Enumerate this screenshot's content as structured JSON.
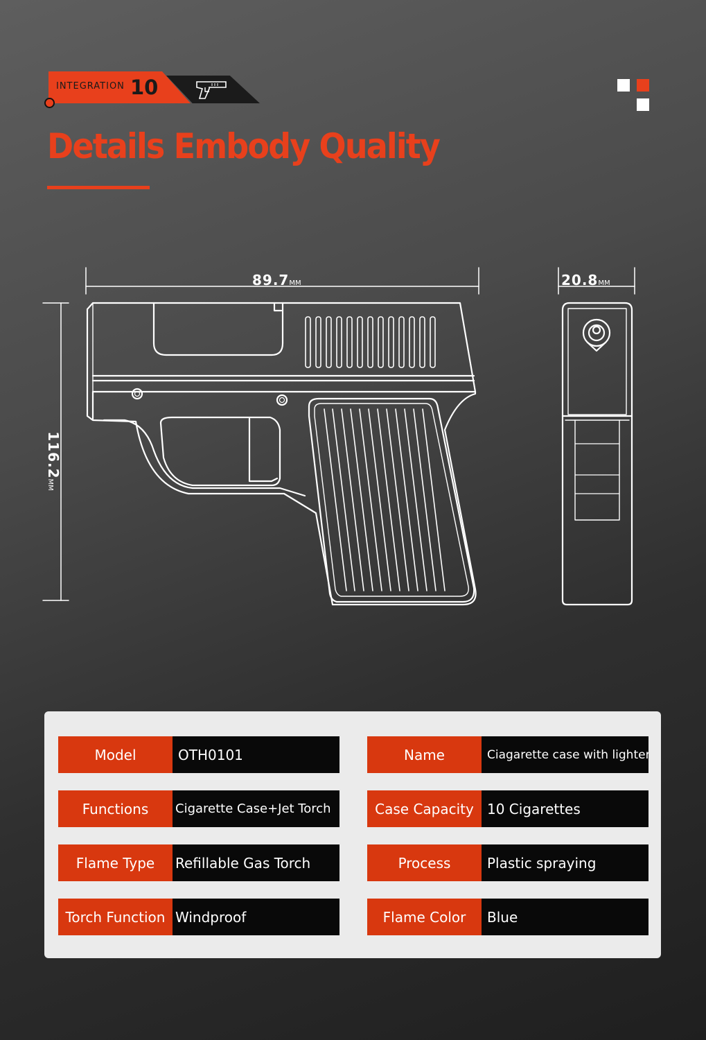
{
  "badge": {
    "text": "INTEGRATION",
    "number": "10"
  },
  "title": "Details Embody Quality",
  "dimensions": {
    "width": "89.7",
    "depth": "20.8",
    "height": "116.2",
    "unit": "MM"
  },
  "specs": [
    {
      "label": "Model",
      "value": "OTH0101"
    },
    {
      "label": "Name",
      "value": "Ciagarette case with lighter"
    },
    {
      "label": "Functions",
      "value": "Cigarette Case+Jet Torch"
    },
    {
      "label": "Case Capacity",
      "value": "10 Cigarettes"
    },
    {
      "label": "Flame Type",
      "value": "Refillable Gas Torch"
    },
    {
      "label": "Process",
      "value": "Plastic spraying"
    },
    {
      "label": "Torch Function",
      "value": "Windproof"
    },
    {
      "label": "Flame Color",
      "value": "Blue"
    }
  ],
  "colors": {
    "accent": "#e8401c",
    "label_bg": "#d8380f",
    "value_bg": "#090909",
    "panel_bg": "#ebebeb"
  },
  "icons": [
    "pistol-icon"
  ]
}
